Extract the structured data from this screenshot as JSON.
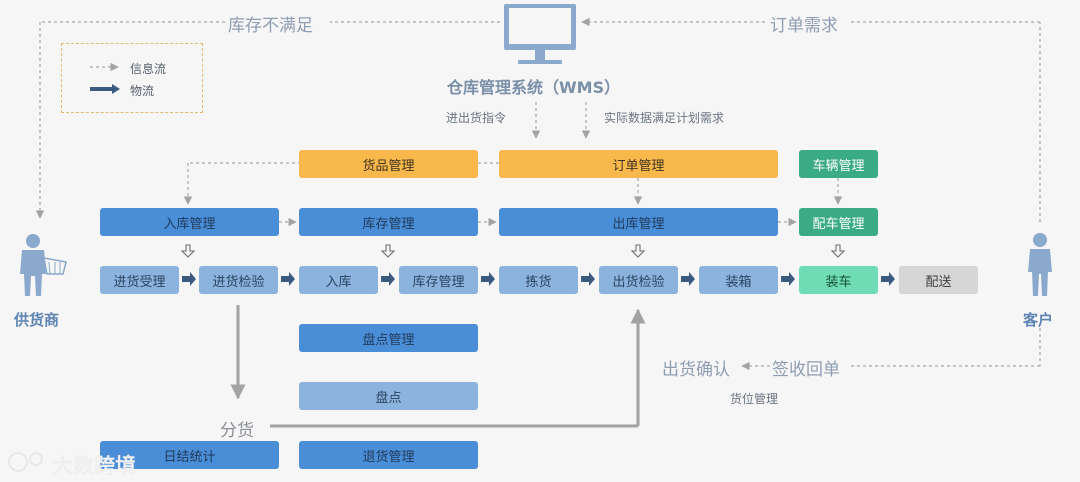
{
  "title": "仓库管理系统（WMS）",
  "top_labels": {
    "inventory_short": "库存不满足",
    "order_demand": "订单需求",
    "inbound_command": "进出货指令",
    "actual_data": "实际数据满足计划需求"
  },
  "legend": {
    "info_flow": "信息流",
    "material_flow": "物流"
  },
  "roles": {
    "supplier": "供货商",
    "customer": "客户"
  },
  "modules": {
    "goods_mgmt": "货品管理",
    "order_mgmt": "订单管理",
    "vehicle_mgmt": "车辆管理",
    "inbound_mgmt": "入库管理",
    "stock_mgmt": "库存管理",
    "outbound_mgmt": "出库管理",
    "dispatch_mgmt": "配车管理",
    "stocktake_mgmt": "盘点管理",
    "stocktake": "盘点",
    "daily_stats": "日结统计",
    "return_mgmt": "退货管理"
  },
  "process": [
    "进货受理",
    "进货检验",
    "入库",
    "库存管理",
    "拣货",
    "出货检验",
    "装箱",
    "装车",
    "配送"
  ],
  "bottom_labels": {
    "distribute": "分货",
    "ship_confirm": "出货确认",
    "sign_receipt": "签收回单",
    "location_mgmt": "货位管理"
  },
  "watermark": "大数跨境",
  "colors": {
    "blue": "#4a8ed8",
    "light_blue": "#8cb3dd",
    "yellow": "#f9b84c",
    "green": "#3aab84",
    "light_green": "#6fdcb6",
    "grey": "#d6d6d6",
    "info_line": "#a9a9a9",
    "material_arrow": "#3a5a80"
  }
}
